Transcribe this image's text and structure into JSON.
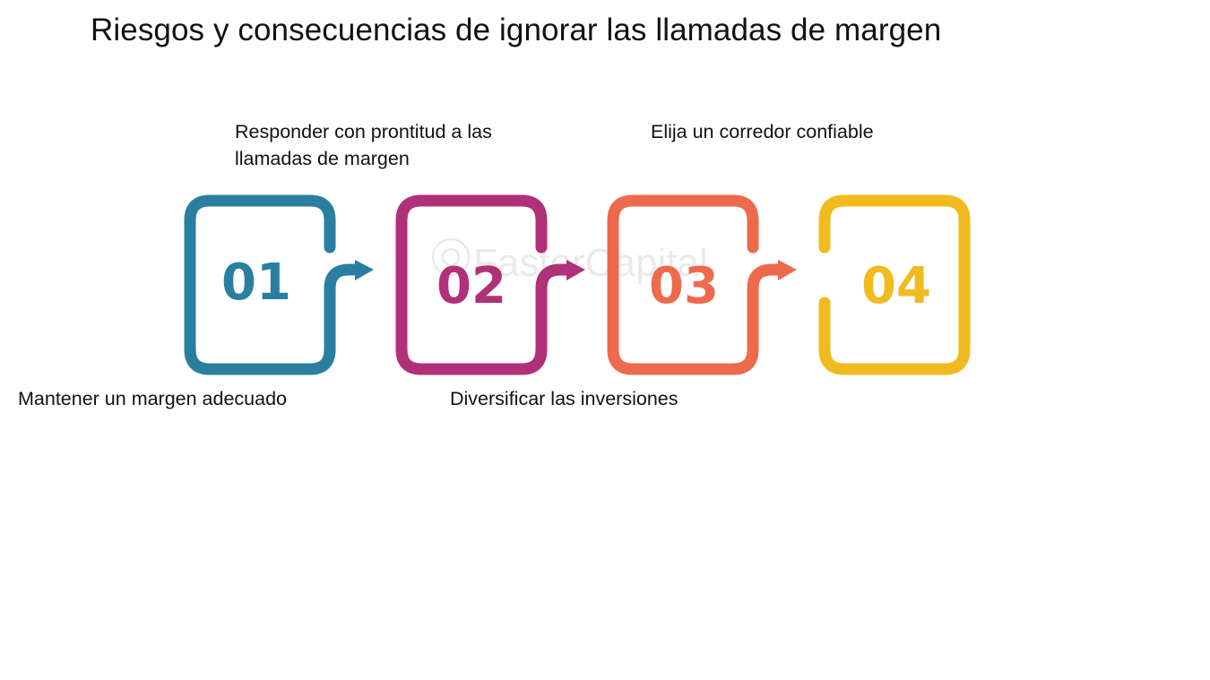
{
  "title": "Riesgos y consecuencias de ignorar las llamadas de margen",
  "steps": [
    {
      "number": "01",
      "label": "Mantener un margen adecuado",
      "color": "#2a7fa0"
    },
    {
      "number": "02",
      "label": "Responder con prontitud a las llamadas de margen",
      "color": "#b0307a"
    },
    {
      "number": "03",
      "label": "Diversificar las inversiones",
      "color": "#ee6a4c"
    },
    {
      "number": "04",
      "label": "Elija un corredor confiable",
      "color": "#f1bb1f"
    }
  ],
  "watermark": "FasterCapital"
}
